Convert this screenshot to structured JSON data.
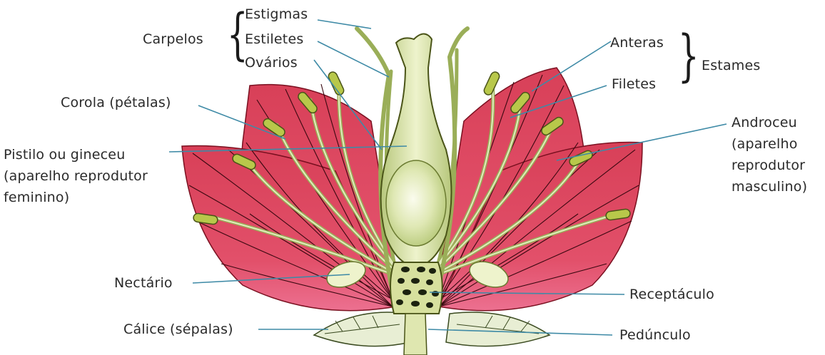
{
  "labels": {
    "estigmas": "Estigmas",
    "estiletes": "Estiletes",
    "ovarios": "Ovários",
    "carpelos": "Carpelos",
    "anteras": "Anteras",
    "filetes": "Filetes",
    "estames": "Estames",
    "corola": "Corola (pétalas)",
    "pistilo_line1": "Pistilo ou gineceu",
    "pistilo_line2": "(aparelho reprodutor",
    "pistilo_line3": "feminino)",
    "androceu_line1": "Androceu",
    "androceu_line2": "(aparelho",
    "androceu_line3": "reprodutor",
    "androceu_line4": "masculino)",
    "nectario": "Nectário",
    "receptaculo": "Receptáculo",
    "calice": "Cálice (sépalas)",
    "pedunculo": "Pedúnculo"
  },
  "colors": {
    "petal": "#d9445a",
    "petal_dark": "#b82040",
    "pistil": "#c8d890",
    "pistil_light": "#f2f6d8",
    "stamen": "#c4d48a",
    "anther": "#b8c84a",
    "leader": "#4a90a8",
    "sepal": "#e6ecd0",
    "vein": "#3a4a20",
    "text": "#2a2a2a"
  }
}
